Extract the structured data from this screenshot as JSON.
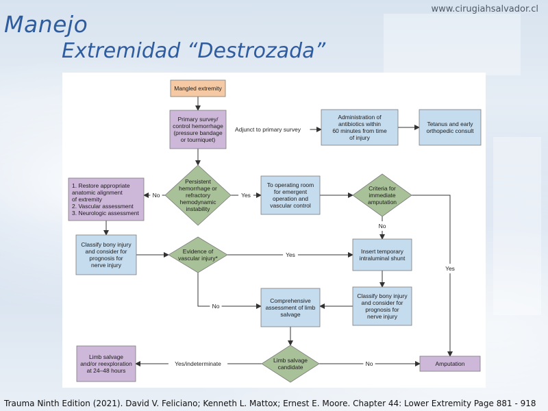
{
  "header": {
    "website": "www.cirugiahsalvador.cl",
    "title_line1": "Manejo",
    "title_line2": "Extremidad “Destrozada”"
  },
  "footer": {
    "citation": "Trauma Ninth Edition (2021). David V. Feliciano; Kenneth L. Mattox; Ernest E. Moore. Chapter 44: Lower Extremity Page 881 - 918"
  },
  "colors": {
    "orange_box": "#f4c9a3",
    "purple_box": "#ceb8da",
    "blue_box": "#c5dcef",
    "green_diamond": "#a9c198",
    "box_border": "#7a7a7a"
  },
  "flowchart": {
    "nodes": {
      "mangled": [
        "Mangled extremity"
      ],
      "primary": [
        "Primary survey/",
        "control hemorrhage",
        "(pressure bandage",
        "or tourniquet)"
      ],
      "antibiotics": [
        "Administration of",
        "antibiotics within",
        "60 minutes from time",
        "of injury"
      ],
      "tetanus": [
        "Tetanus and early",
        "orthopedic consult"
      ],
      "persistent": [
        "Persistent",
        "hemorrhage or",
        "refractory",
        "hemodynamic",
        "instability"
      ],
      "restore": [
        "1. Restore appropriate",
        "anatomic alignment",
        "of extremity",
        "2. Vascular assessment",
        "3. Neurologic assessment"
      ],
      "or_room": [
        "To operating room",
        "for emergent",
        "operation and",
        "vascular control"
      ],
      "criteria": [
        "Criteria for",
        "immediate",
        "amputation"
      ],
      "classify1": [
        "Classify bony injury",
        "and consider for",
        "prognosis for",
        "nerve injury"
      ],
      "evidence": [
        "Evidence of",
        "vascular injury*"
      ],
      "shunt": [
        "Insert temporary",
        "intraluminal shunt"
      ],
      "comprehensive": [
        "Comprehensive",
        "assessment of limb",
        "salvage"
      ],
      "classify2": [
        "Classify bony injury",
        "and consider for",
        "prognosis for",
        "nerve injury"
      ],
      "limb_salvage": [
        "Limb salvage",
        "and/or reexploration",
        "at 24–48 hours"
      ],
      "candidate": [
        "Limb salvage",
        "candidate"
      ],
      "amputation": [
        "Amputation"
      ]
    },
    "edge_labels": {
      "adjunct": "Adjunct to primary survey",
      "no_restore": "No",
      "yes_or": "Yes",
      "no_criteria": "No",
      "yes_amputation": "Yes",
      "yes_shunt": "Yes",
      "no_comprehensive": "No",
      "yes_indeterminate": "Yes/indeterminate",
      "no_amputation": "No"
    }
  }
}
